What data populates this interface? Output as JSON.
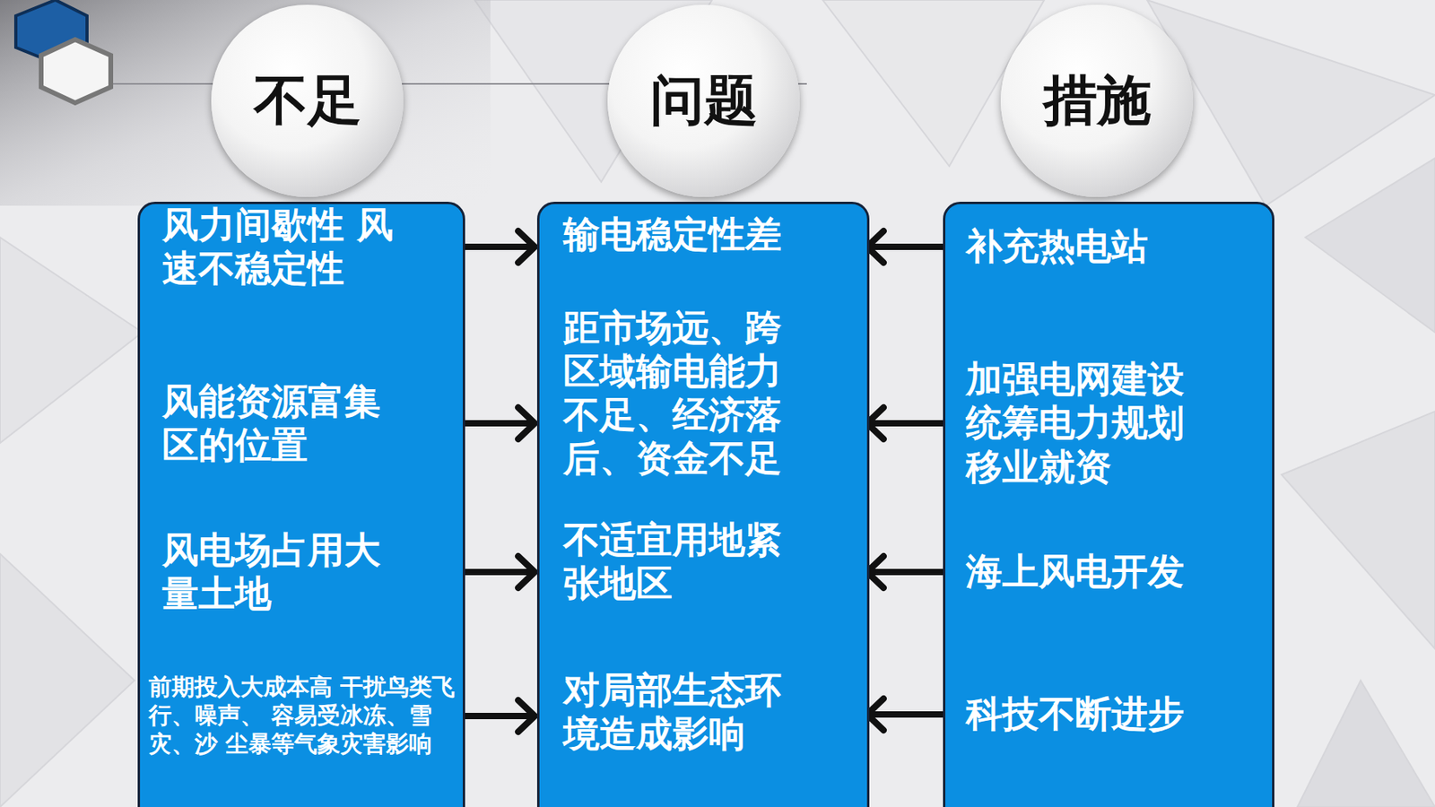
{
  "diagram": {
    "nodes": [
      {
        "text": [
          "不足"
        ]
      },
      {
        "text": [
          "问题"
        ]
      },
      {
        "text": [
          "措施"
        ]
      },
      {
        "text": []
      },
      {
        "text": [
          "风力间歇性 风速不稳定性"
        ],
        "in": 3
      },
      {
        "text": [
          "风能资源富集 区的位置"
        ],
        "in": 3
      },
      {
        "text": [
          "风电场占用大 量土地"
        ],
        "in": 3
      },
      {
        "text": [
          "前期投入大成本高 干扰鸟类飞行、噪声、 容易受冰冻、雪灾、沙 尘暴等气象灾害影响"
        ],
        "in": 3
      },
      {
        "text": []
      },
      {
        "text": [
          "输电稳定性差"
        ],
        "in": 8
      },
      {
        "text": [
          "距市场远、跨 区域输电能力 不足、经济落 后、资金不足"
        ],
        "in": 8
      },
      {
        "text": [
          "不适宜用地紧 张地区"
        ],
        "in": 8
      },
      {
        "text": [
          "对局部生态环 境造成影响"
        ],
        "in": 8
      },
      {
        "text": []
      },
      {
        "text": [
          "补充热电站"
        ],
        "in": 13
      },
      {
        "text": [
          "加强电网建设 统筹电力规划 移业就资"
        ],
        "in": 13
      },
      {
        "text": [
          "海上风电开发"
        ],
        "in": 13
      },
      {
        "text": [
          "科技不断进步"
        ],
        "in": 13
      }
    ],
    "edges": [
      {
        "from": 4,
        "to": 9,
        "arrow": "to"
      },
      {
        "from": 5,
        "to": 10,
        "arrow": "to"
      },
      {
        "from": 6,
        "to": 11,
        "arrow": "to"
      },
      {
        "from": 7,
        "to": 12,
        "arrow": "to"
      },
      {
        "from": 14,
        "to": 9,
        "arrow": "to"
      },
      {
        "from": 15,
        "to": 10,
        "arrow": "to"
      },
      {
        "from": 16,
        "to": 11,
        "arrow": "to"
      },
      {
        "from": 17,
        "to": 12,
        "arrow": "to"
      }
    ]
  }
}
